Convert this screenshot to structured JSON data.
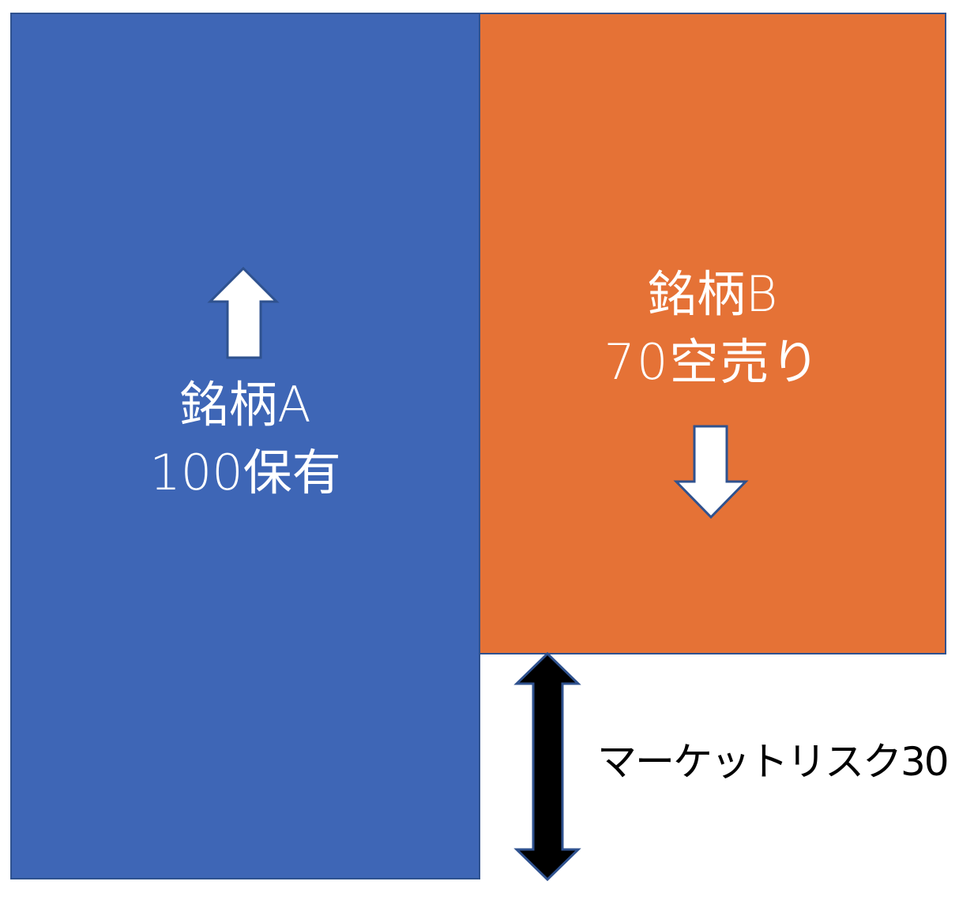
{
  "diagram": {
    "stock_a": {
      "name": "銘柄A",
      "position": "100保有",
      "color": "#3e66b6",
      "direction": "up"
    },
    "stock_b": {
      "name": "銘柄B",
      "position": "70空売り",
      "color": "#e57236",
      "direction": "down"
    },
    "market_risk": {
      "label": "マーケットリスク30",
      "arrow_color": "#000000"
    },
    "border_color": "#2f528f"
  }
}
